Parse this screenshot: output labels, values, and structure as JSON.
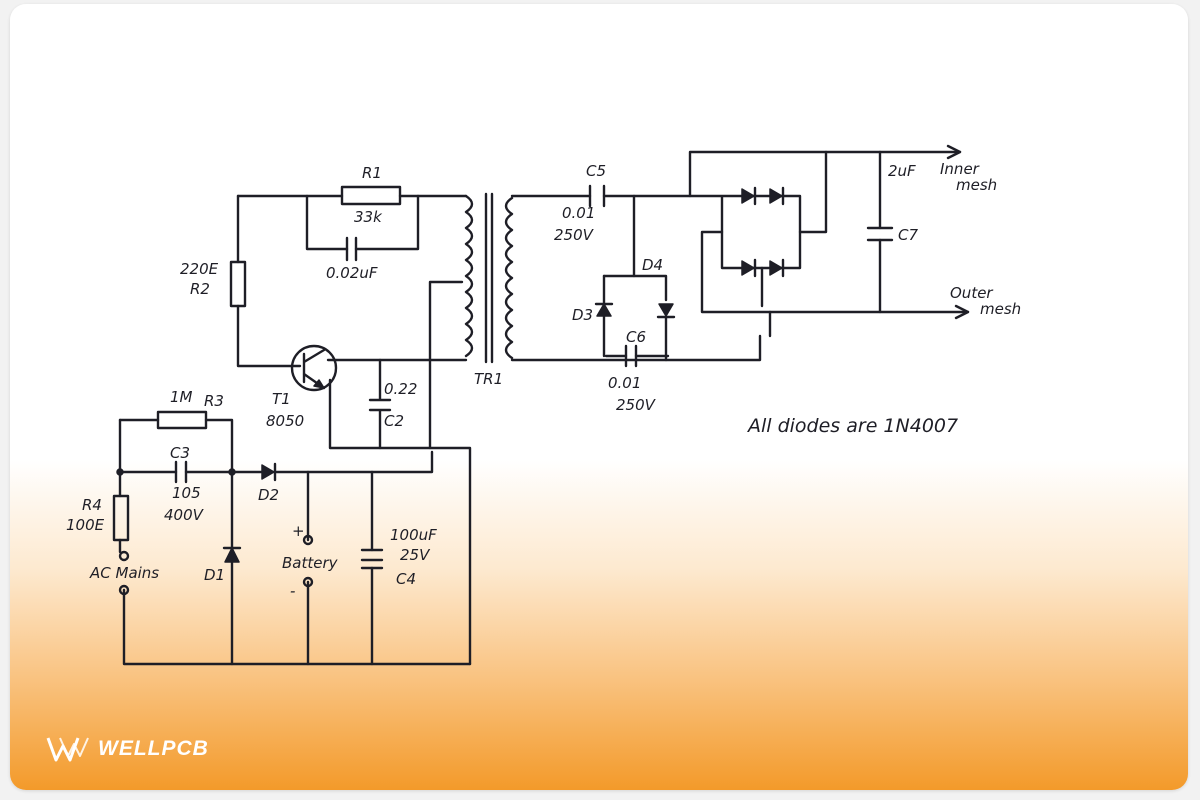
{
  "labels": {
    "r1": "R1",
    "r1_value": "33k",
    "c_top_value": "0.02uF",
    "r2_value": "220E",
    "r2": "R2",
    "t1": "T1",
    "t1_value": "8050",
    "c2_value": "0.22",
    "c2": "C2",
    "r3_value": "1M",
    "r3": "R3",
    "c3": "C3",
    "c3_value1": "105",
    "c3_value2": "400V",
    "r4": "R4",
    "r4_value": "100E",
    "ac_mains": "AC Mains",
    "d1": "D1",
    "d2": "D2",
    "battery_plus": "+",
    "battery": "Battery",
    "battery_minus": "-",
    "c4_value1": "100uF",
    "c4_value2": "25V",
    "c4": "C4",
    "tr1": "TR1",
    "c5": "C5",
    "c5_value1": "0.01",
    "c5_value2": "250V",
    "d4": "D4",
    "d3": "D3",
    "c6": "C6",
    "c6_value1": "0.01",
    "c6_value2": "250V",
    "c7_value": "2uF",
    "c7": "C7",
    "inner1": "Inner",
    "inner2": "mesh",
    "outer1": "Outer",
    "outer2": "mesh"
  },
  "note": "All diodes are 1N4007",
  "logo": "WELLPCB",
  "colors": {
    "ink": "#1e1e26",
    "gradient_bottom": "#f39a2a",
    "logo_text": "#ffffff"
  }
}
